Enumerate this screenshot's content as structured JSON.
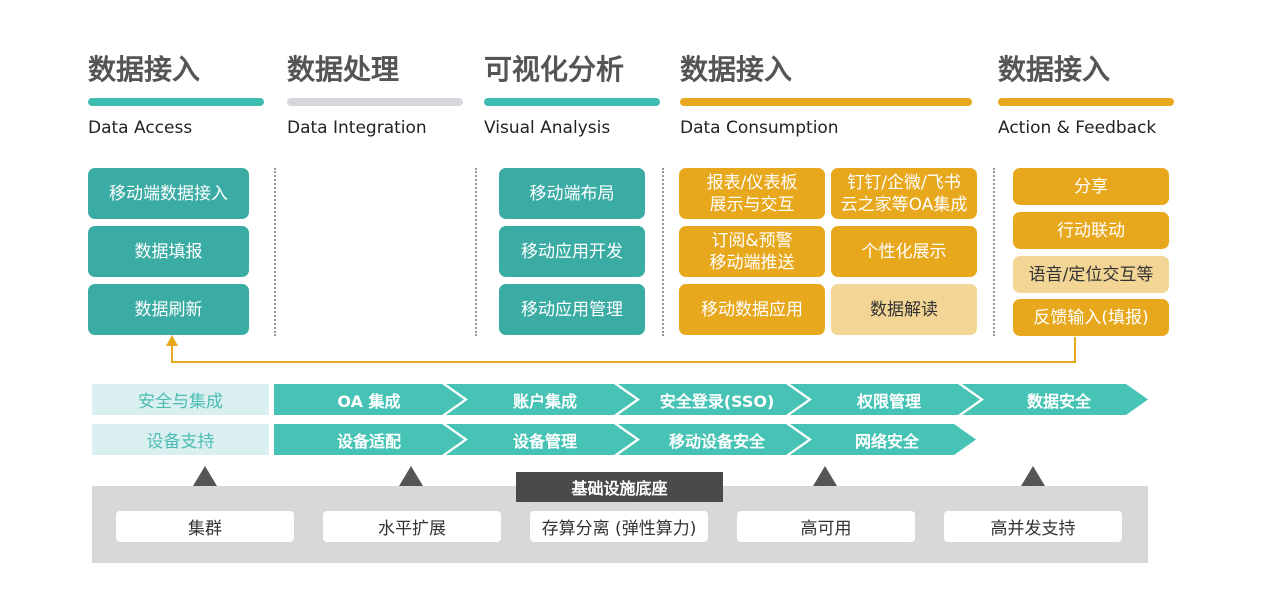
{
  "colors": {
    "teal": "#3aaca4",
    "gold": "#e8a81e",
    "pale_gold": "#f3d596",
    "chevron": "#46c3b4",
    "grey_bar": "#d6d6dc",
    "dark": "#4a4a4a"
  },
  "columns": [
    {
      "title": "数据接入",
      "subtitle": "Data Access"
    },
    {
      "title": "数据处理",
      "subtitle": "Data Integration"
    },
    {
      "title": "可视化分析",
      "subtitle": "Visual Analysis"
    },
    {
      "title": "数据接入",
      "subtitle": "Data Consumption"
    },
    {
      "title": "数据接入",
      "subtitle": "Action & Feedback"
    }
  ],
  "access_items": [
    "移动端数据接入",
    "数据填报",
    "数据刷新"
  ],
  "visual_items": [
    "移动端布局",
    "移动应用开发",
    "移动应用管理"
  ],
  "consumption_items": [
    "报表/仪表板\n展示与交互",
    "钉钉/企微/飞书\n云之家等OA集成",
    "订阅&预警\n移动端推送",
    "个性化展示",
    "移动数据应用",
    "数据解读"
  ],
  "feedback_items": [
    "分享",
    "行动联动",
    "语音/定位交互等",
    "反馈输入(填报)"
  ],
  "rows": [
    {
      "label": "安全与集成",
      "items": [
        "OA 集成",
        "账户集成",
        "安全登录(SSO)",
        "权限管理",
        "数据安全"
      ]
    },
    {
      "label": "设备支持",
      "items": [
        "设备适配",
        "设备管理",
        "移动设备安全",
        "网络安全"
      ]
    }
  ],
  "base": {
    "title": "基础设施底座",
    "items": [
      "集群",
      "水平扩展",
      "存算分离 (弹性算力)",
      "高可用",
      "高并发支持"
    ]
  }
}
